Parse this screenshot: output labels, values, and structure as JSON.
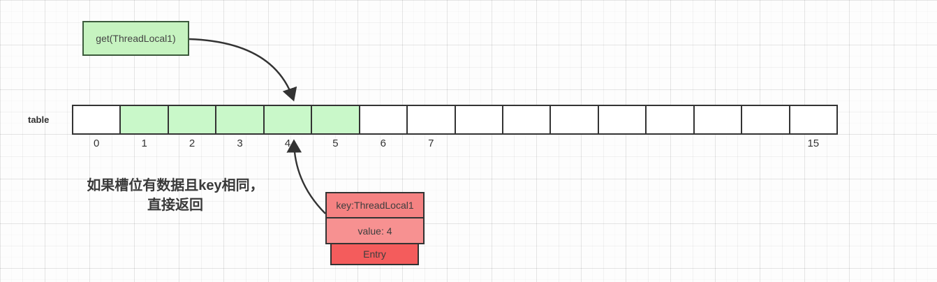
{
  "colors": {
    "slot_green": "#c9f8c9",
    "get_box_green": "#c6f3c0",
    "get_box_border": "#3c5a3c",
    "key_red": "#f58282",
    "value_red": "#f79191",
    "entry_red": "#f45c5c",
    "border_dark": "#333333"
  },
  "get_call": {
    "label": "get(ThreadLocal1)"
  },
  "table": {
    "label": "table",
    "slot_count": 16,
    "green_slots": [
      1,
      2,
      3,
      4,
      5
    ],
    "index_labels": [
      "0",
      "1",
      "2",
      "3",
      "4",
      "5",
      "6",
      "7",
      "",
      "",
      "",
      "",
      "",
      "",
      "",
      "15"
    ]
  },
  "entry": {
    "key_label": "key:ThreadLocal1",
    "value_label": "value: 4",
    "entry_label": "Entry"
  },
  "annotation": {
    "line1": "如果槽位有数据且key相同，",
    "line2": "直接返回"
  }
}
